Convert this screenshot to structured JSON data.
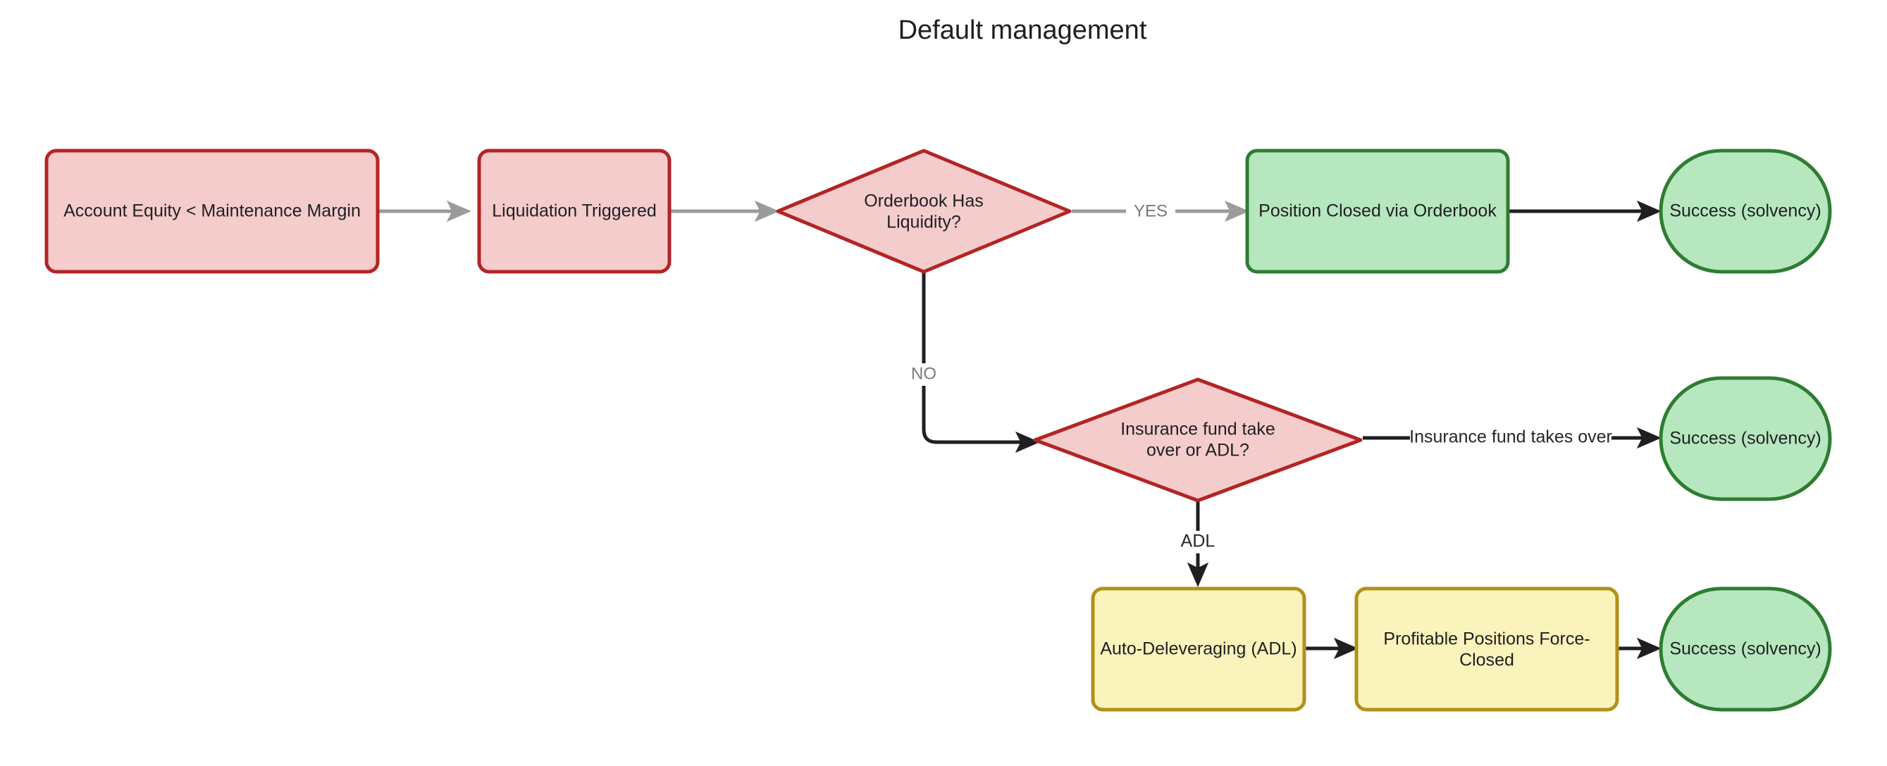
{
  "title": "Default management",
  "colors": {
    "danger_fill": "#f4cccc",
    "danger_stroke": "#b32424",
    "success_fill": "#b6e7bf",
    "success_stroke": "#2e7d32",
    "warning_fill": "#faf3bb",
    "warning_stroke": "#b3901a",
    "edge_grey": "#9b9b9b",
    "edge_dark": "#1f1f22",
    "label_grey": "#7a7a7a",
    "text": "#1f1f22",
    "background": "#ffffff"
  },
  "nodes": [
    {
      "id": "account-equity",
      "label": "Account Equity < Maintenance Margin",
      "shape": "rect",
      "style": "danger"
    },
    {
      "id": "liquidation",
      "label": "Liquidation Triggered",
      "shape": "rect",
      "style": "danger"
    },
    {
      "id": "orderbook-liquidity",
      "label_line1": "Orderbook Has",
      "label_line2": "Liquidity?",
      "shape": "diamond",
      "style": "danger"
    },
    {
      "id": "position-closed",
      "label": "Position Closed via Orderbook",
      "shape": "rect",
      "style": "success"
    },
    {
      "id": "success-top",
      "label": "Success (solvency)",
      "shape": "stadium",
      "style": "success"
    },
    {
      "id": "insurance-or-adl",
      "label_line1": "Insurance fund take",
      "label_line2": "over or ADL?",
      "shape": "diamond",
      "style": "danger"
    },
    {
      "id": "success-middle",
      "label": "Success (solvency)",
      "shape": "stadium",
      "style": "success"
    },
    {
      "id": "auto-deleveraging",
      "label": "Auto-Deleveraging (ADL)",
      "shape": "rect",
      "style": "warning"
    },
    {
      "id": "force-closed",
      "label_line1": "Profitable Positions Force-",
      "label_line2": "Closed",
      "shape": "rect",
      "style": "warning"
    },
    {
      "id": "success-bottom",
      "label": "Success (solvency)",
      "shape": "stadium",
      "style": "success"
    }
  ],
  "edges": [
    {
      "id": "e1",
      "from": "account-equity",
      "to": "liquidation",
      "label": "",
      "color": "grey"
    },
    {
      "id": "e2",
      "from": "liquidation",
      "to": "orderbook-liquidity",
      "label": "",
      "color": "grey"
    },
    {
      "id": "e3",
      "from": "orderbook-liquidity",
      "to": "position-closed",
      "label": "YES",
      "color": "grey"
    },
    {
      "id": "e4",
      "from": "position-closed",
      "to": "success-top",
      "label": "",
      "color": "dark"
    },
    {
      "id": "e5",
      "from": "orderbook-liquidity",
      "to": "insurance-or-adl",
      "label": "NO",
      "color": "dark"
    },
    {
      "id": "e6",
      "from": "insurance-or-adl",
      "to": "success-middle",
      "label": "Insurance fund takes over",
      "color": "dark"
    },
    {
      "id": "e7",
      "from": "insurance-or-adl",
      "to": "auto-deleveraging",
      "label": "ADL",
      "color": "dark"
    },
    {
      "id": "e8",
      "from": "auto-deleveraging",
      "to": "force-closed",
      "label": "",
      "color": "dark"
    },
    {
      "id": "e9",
      "from": "force-closed",
      "to": "success-bottom",
      "label": "",
      "color": "dark"
    }
  ]
}
